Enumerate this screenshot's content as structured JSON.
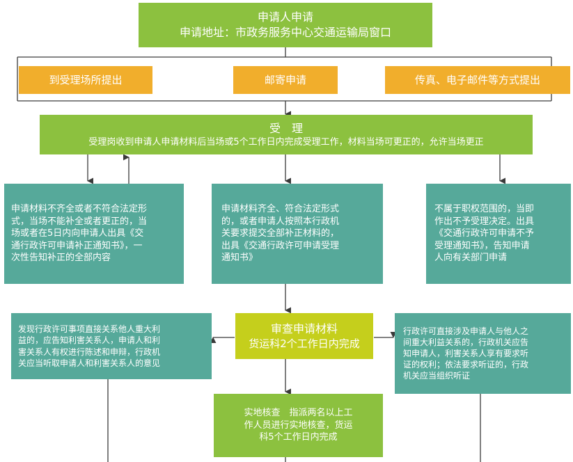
{
  "colors": {
    "green": "#8cc13f",
    "orange": "#f1ae2c",
    "teal": "#56a99a",
    "yellow": "#c5cf1c",
    "connector": "#3a3a3a"
  },
  "apply": {
    "title": "申请人申请",
    "subtitle": "申请地址：市政务服务中心交通运输局窗口"
  },
  "channels": {
    "onsite": "到受理场所提出",
    "mail": "邮寄申请",
    "fax_email": "传真、电子邮件等方式提出"
  },
  "accept": {
    "title": "受　理",
    "desc": "受理岗收到申请人申请材料后当场或5个工作日内完成受理工作，材料当场可更正的，允许当场更正"
  },
  "incomplete": {
    "lines": [
      "申请材料不齐全或者不符合法定形",
      "式，当场不能补全或者更正的，当",
      "场或者在5日内向申请人出具《交",
      "通行政许可申请补正通知书》，一",
      "次性告知补正的全部内容"
    ]
  },
  "complete": {
    "lines": [
      "申请材料齐全、符合法定形式",
      "的，或者申请人按照本行政机",
      "关要求提交全部补正材料的，",
      "出具《交通行政许可申请受理",
      "通知书》"
    ]
  },
  "reject": {
    "lines": [
      "不属于职权范围的，当即",
      "作出不予受理决定。出具",
      "《交通行政许可申请不予",
      "受理通知书》，告知申请",
      "人向有关部门申请"
    ]
  },
  "hearing_left": {
    "lines": [
      "发现行政许可事项直接关系他人重大利",
      "益的，应告知利害关系人，申请人和利",
      "害关系人有权进行陈述和申辩，行政机",
      "关应当听取申请人和利害关系人的意见"
    ]
  },
  "review": {
    "title": "审查申请材料",
    "desc": "货运科2个工作日内完成"
  },
  "hearing_right": {
    "lines": [
      "行政许可直接涉及申请人与他人之",
      "间重大利益关系的，行政机关应告",
      "知申请人，利害关系人享有要求听",
      "证的权利；依法要求听证的，行政",
      "机关应当组织听证"
    ]
  },
  "inspect": {
    "lines": [
      "实地核查　指派两名以上工",
      "作人员进行实地核查，货运",
      "科5个工作日内完成"
    ]
  }
}
